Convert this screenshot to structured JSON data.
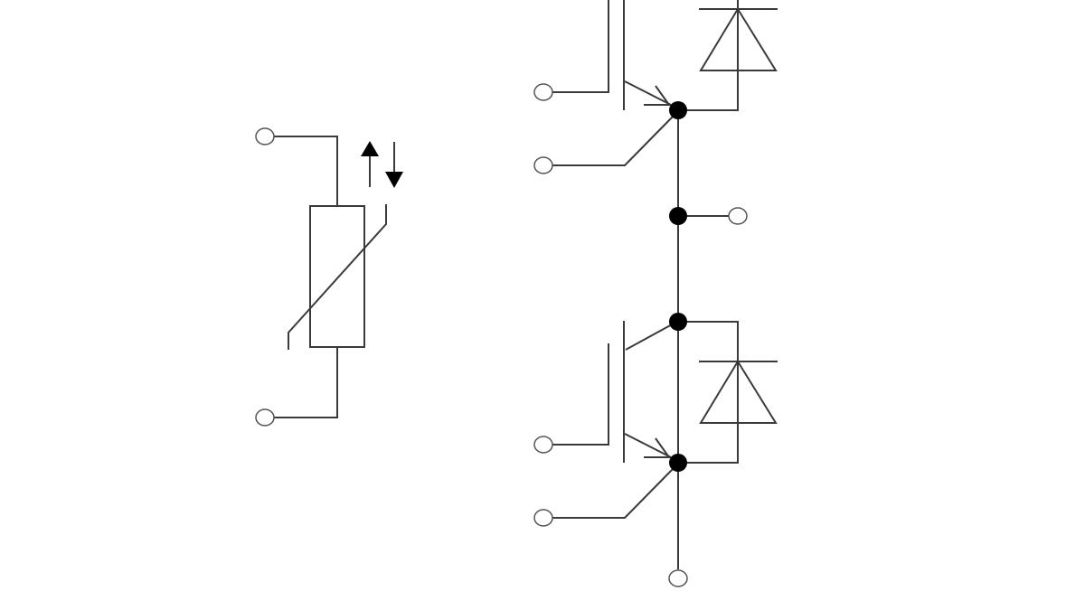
{
  "diagram": {
    "components": [
      {
        "type": "thermistor",
        "terminals": 2
      },
      {
        "type": "igbt",
        "position": "upper",
        "with_freewheel_diode": true
      },
      {
        "type": "igbt",
        "position": "lower",
        "with_freewheel_diode": true
      }
    ],
    "colors": {
      "wire": "#3a3a3a",
      "node": "#000000",
      "terminal": "#ffffff",
      "background": "#ffffff"
    }
  }
}
